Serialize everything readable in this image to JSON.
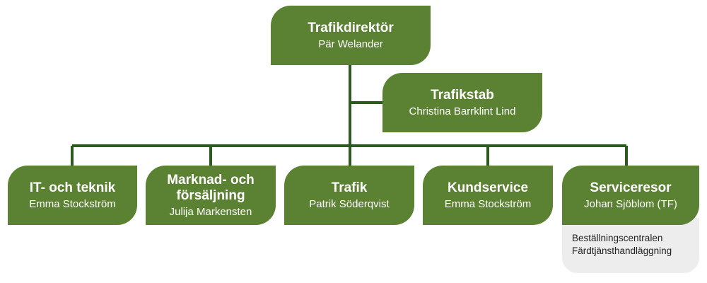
{
  "colors": {
    "box": "#5b8232",
    "line": "#2d5a1f",
    "note_bg": "#ededed"
  },
  "director": {
    "title": "Trafikdirektör",
    "person": "Pär Welander"
  },
  "staff": {
    "title": "Trafikstab",
    "person": "Christina Barrklint Lind"
  },
  "departments": [
    {
      "title": "IT- och teknik",
      "person": "Emma Stockström"
    },
    {
      "title": "Marknad- och försäljning",
      "person": "Julija Markensten"
    },
    {
      "title": "Trafik",
      "person": "Patrik Söderqvist"
    },
    {
      "title": "Kundservice",
      "person": "Emma Stockström"
    },
    {
      "title": "Serviceresor",
      "person": "Johan Sjöblom (TF)"
    }
  ],
  "serviceresor_units": [
    "Beställningscentralen",
    "Färdtjänsthandläggning"
  ]
}
